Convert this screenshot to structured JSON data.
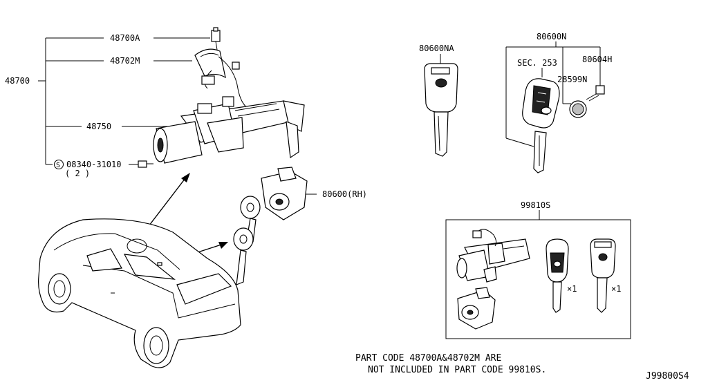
{
  "labels": {
    "p48700A": "48700A",
    "p48702M": "48702M",
    "p48700": "48700",
    "p48750": "48750",
    "bolt": "08340-31010",
    "bolt_qty": "( 2 )",
    "p80600RH": "80600(RH)",
    "p80600NA": "80600NA",
    "p80600N": "80600N",
    "sec253": "SEC. 253",
    "p80604H": "80604H",
    "p28599N": "28599N",
    "p99810S": "99810S",
    "qty1a": "×1",
    "qty1b": "×1"
  },
  "note": {
    "line1": "PART CODE 48700A&48702M ARE",
    "line2": "NOT INCLUDED IN PART CODE 99810S."
  },
  "diagram_code": "J99800S4",
  "colors": {
    "ink": "#000000",
    "shade": "#bdbdbd",
    "paper": "#ffffff"
  }
}
